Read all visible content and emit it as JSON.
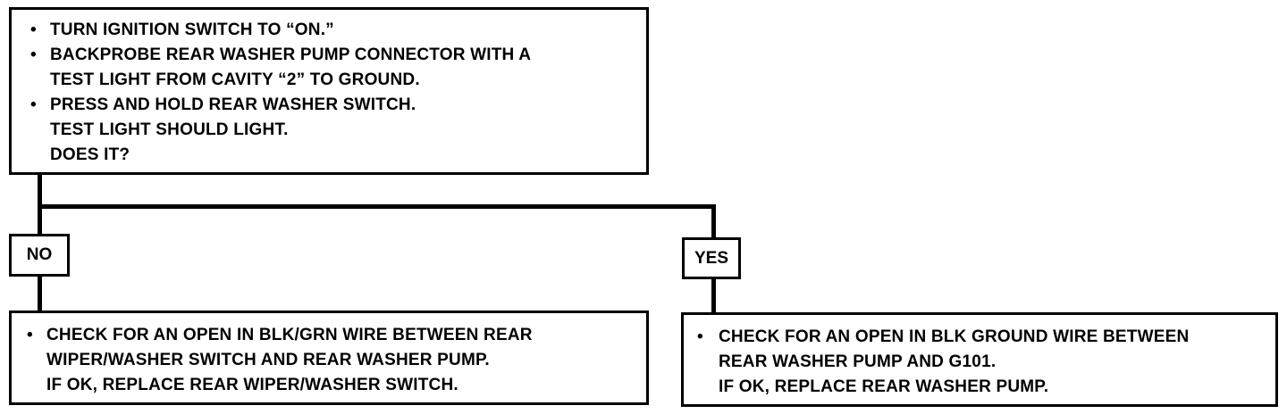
{
  "top_box": {
    "bullet": "•",
    "lines": [
      "TURN IGNITION SWITCH TO “ON.”",
      "BACKPROBE REAR WASHER PUMP CONNECTOR WITH A",
      "TEST LIGHT FROM CAVITY “2” TO GROUND.",
      "PRESS AND HOLD REAR WASHER SWITCH.",
      "TEST LIGHT SHOULD LIGHT.",
      "DOES IT?"
    ]
  },
  "no_branch": {
    "label": "NO",
    "bullet": "•",
    "lines": [
      "CHECK FOR AN OPEN IN BLK/GRN WIRE BETWEEN REAR",
      "WIPER/WASHER SWITCH AND REAR WASHER PUMP.",
      "IF OK, REPLACE REAR WIPER/WASHER SWITCH."
    ]
  },
  "yes_branch": {
    "label": "YES",
    "bullet": "•",
    "lines": [
      "CHECK FOR AN OPEN IN BLK GROUND WIRE BETWEEN",
      "REAR WASHER PUMP AND G101.",
      "IF OK, REPLACE REAR WASHER PUMP."
    ]
  }
}
